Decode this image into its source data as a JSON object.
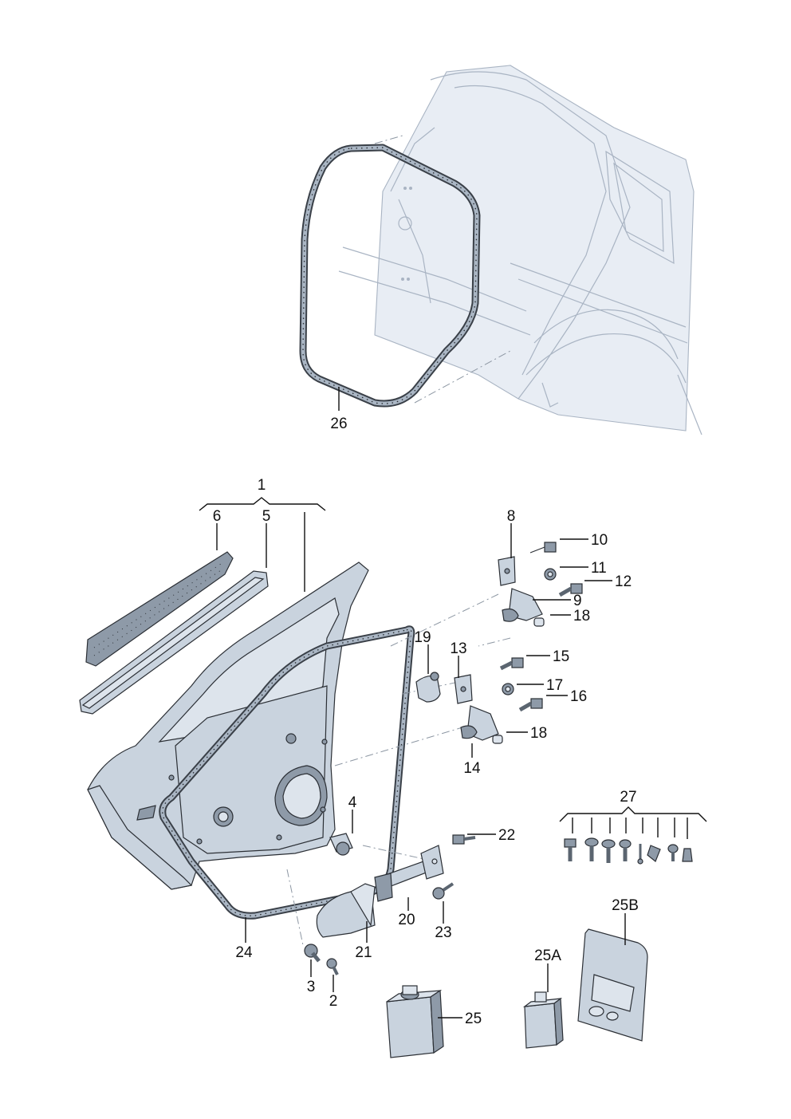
{
  "diagram": {
    "callouts": {
      "c1": "1",
      "c2": "2",
      "c3": "3",
      "c4": "4",
      "c5": "5",
      "c6": "6",
      "c8": "8",
      "c9": "9",
      "c10": "10",
      "c11": "11",
      "c12": "12",
      "c13": "13",
      "c14": "14",
      "c15": "15",
      "c16": "16",
      "c17": "17",
      "c18a": "18",
      "c18b": "18",
      "c19": "19",
      "c20": "20",
      "c21": "21",
      "c22": "22",
      "c23": "23",
      "c24": "24",
      "c25": "25",
      "c25a": "25A",
      "c25b": "25B",
      "c26": "26",
      "c27": "27"
    }
  }
}
